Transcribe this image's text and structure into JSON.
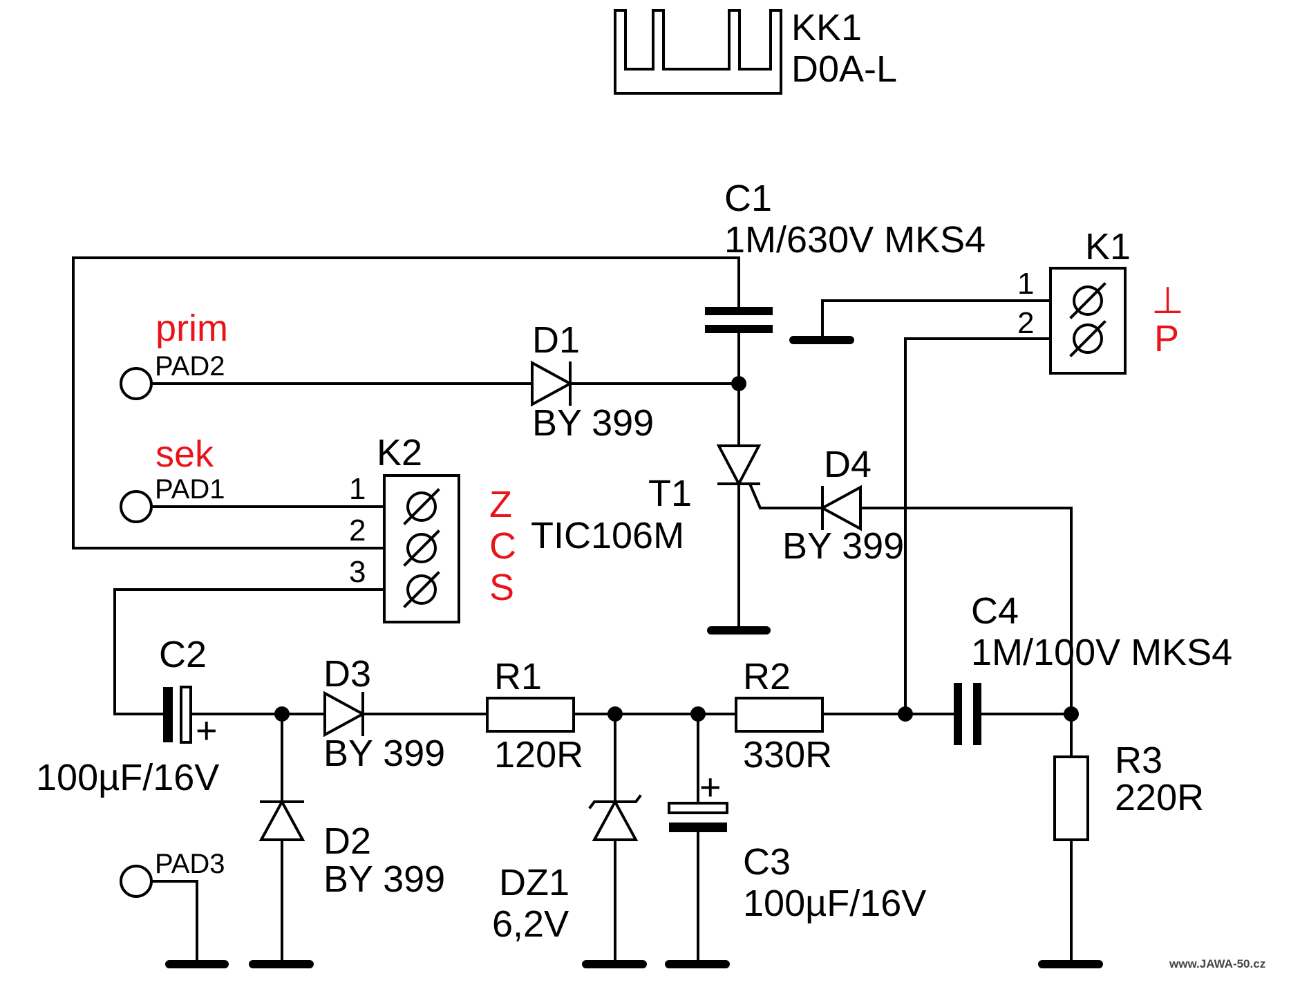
{
  "heatsink": {
    "ref": "KK1",
    "value": "D0A-L"
  },
  "pads": {
    "pad1": {
      "label": "PAD1",
      "tag": "sek"
    },
    "pad2": {
      "label": "PAD2",
      "tag": "prim"
    },
    "pad3": {
      "label": "PAD3"
    }
  },
  "connectors": {
    "k1": {
      "ref": "K1",
      "pins": [
        "1",
        "2"
      ],
      "side_marks": [
        "⊥",
        "P"
      ]
    },
    "k2": {
      "ref": "K2",
      "pins": [
        "1",
        "2",
        "3"
      ],
      "side_marks": [
        "Z",
        "C",
        "S"
      ]
    }
  },
  "components": {
    "c1": {
      "ref": "C1",
      "value": "1M/630V MKS4"
    },
    "c2": {
      "ref": "C2",
      "value": "100µF/16V",
      "polarity": "+"
    },
    "c3": {
      "ref": "C3",
      "value": "100µF/16V",
      "polarity": "+"
    },
    "c4": {
      "ref": "C4",
      "value": "1M/100V MKS4"
    },
    "d1": {
      "ref": "D1",
      "value": "BY 399"
    },
    "d2": {
      "ref": "D2",
      "value": "BY 399"
    },
    "d3": {
      "ref": "D3",
      "value": "BY 399"
    },
    "d4": {
      "ref": "D4",
      "value": "BY 399"
    },
    "dz1": {
      "ref": "DZ1",
      "value": "6,2V"
    },
    "r1": {
      "ref": "R1",
      "value": "120R"
    },
    "r2": {
      "ref": "R2",
      "value": "330R"
    },
    "r3": {
      "ref": "R3",
      "value": "220R"
    },
    "t1": {
      "ref": "T1",
      "value": "TIC106M"
    }
  },
  "watermark": "www.JAWA-50.cz",
  "colors": {
    "wire": "#000000",
    "annotation": "#e8141a",
    "background": "#ffffff"
  }
}
